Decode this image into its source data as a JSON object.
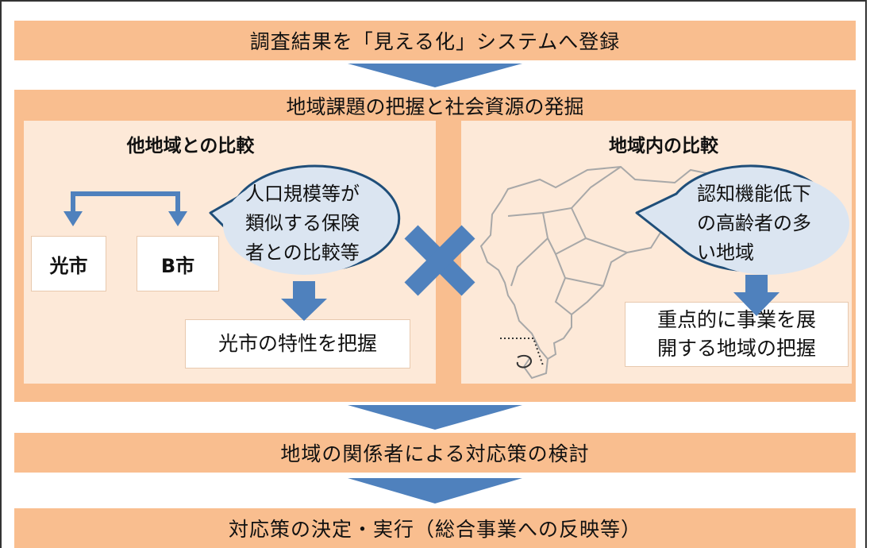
{
  "steps": {
    "step1": "調査結果を「見える化」システムへ登録",
    "step2_title": "地域課題の把握と社会資源の発掘",
    "step3": "地域の関係者による対応策の検討",
    "step4": "対応策の決定・実行（総合事業への反映等）"
  },
  "left_panel": {
    "title": "他地域との比較",
    "city_a": "光市",
    "city_b": "B市",
    "callout_lines": [
      "人口規模等が",
      "類似する保険",
      "者との比較等"
    ],
    "result": "光市の特性を把握"
  },
  "right_panel": {
    "title": "地域内の比較",
    "callout_lines": [
      "認知機能低下",
      "の高齢者の多",
      "い地域"
    ],
    "result_lines": [
      "重点的に事業を展",
      "開する地域の把握"
    ]
  },
  "colors": {
    "band": "#f9be8f",
    "subpanel": "#fde9d8",
    "arrow": "#4f81bd",
    "cross": "#4f81bd",
    "callout_border": "#1f4e79"
  },
  "icons": {
    "flow_arrow": "down-chevron-arrow",
    "cross": "multiply-cross",
    "map": "region-outline-map"
  }
}
